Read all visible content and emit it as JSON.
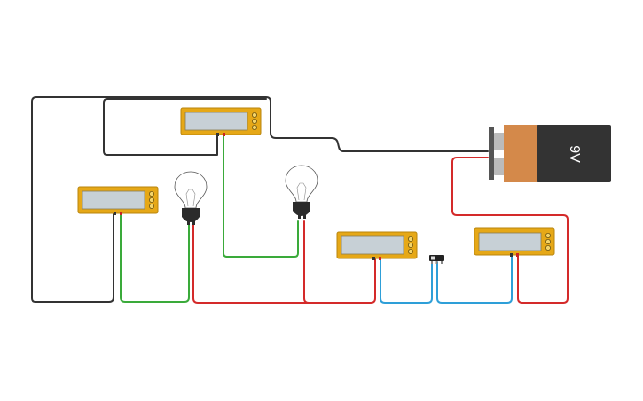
{
  "battery": {
    "label": "9V",
    "body_color": "#333333",
    "band_color": "#d4894a",
    "terminal_color": "#bbbbbb"
  },
  "multimeters": [
    {
      "id": "multimeter-top",
      "display": ""
    },
    {
      "id": "multimeter-left",
      "display": ""
    },
    {
      "id": "multimeter-middle",
      "display": ""
    },
    {
      "id": "multimeter-right",
      "display": ""
    }
  ],
  "bulbs": [
    {
      "id": "bulb-left",
      "state": "off"
    },
    {
      "id": "bulb-right",
      "state": "off"
    }
  ],
  "switch": {
    "id": "slide-switch",
    "state": "off"
  },
  "wire_colors": {
    "black": "#333333",
    "green": "#3aaa3a",
    "red": "#d42a2a",
    "blue": "#2e9fd8"
  },
  "multimeter_colors": {
    "case": "#e6a817",
    "case_dark": "#b8850c",
    "screen": "#c7d0d6",
    "knob": "#f3d46a"
  }
}
